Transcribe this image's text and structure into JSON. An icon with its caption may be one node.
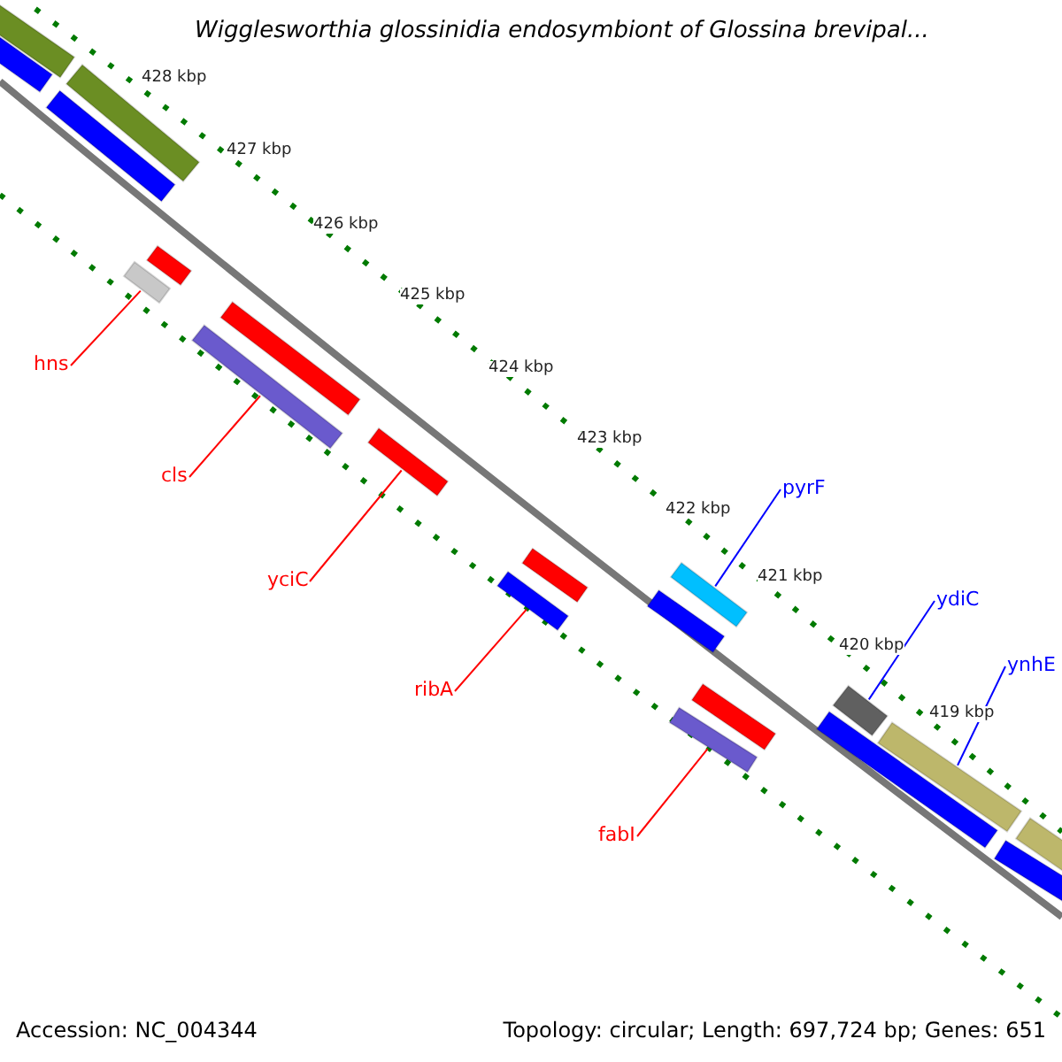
{
  "diagram": {
    "title": "Wigglesworthia glossinidia endosymbiont of Glossina brevipal...",
    "nodes": [
      {
        "text": [
          "hns"
        ]
      },
      {
        "text": [
          "cls"
        ]
      },
      {
        "text": [
          "yciC"
        ]
      },
      {
        "text": [
          "ribA"
        ]
      },
      {
        "text": [
          "fabI"
        ]
      },
      {
        "text": [
          "pyrF"
        ]
      },
      {
        "text": [
          "ydiC"
        ]
      },
      {
        "text": [
          "ynhE"
        ]
      },
      {
        "text": [],
        "shape": "bar"
      },
      {
        "text": [],
        "shape": "bar"
      },
      {
        "text": [],
        "shape": "bar"
      },
      {
        "text": [],
        "shape": "bar"
      },
      {
        "text": [],
        "shape": "bar"
      },
      {
        "text": [],
        "shape": "bar"
      },
      {
        "text": [],
        "shape": "bar"
      },
      {
        "text": [],
        "shape": "bar"
      },
      {
        "text": [],
        "shape": "bar"
      },
      {
        "text": [],
        "shape": "bar"
      },
      {
        "text": [],
        "shape": "bar"
      },
      {
        "text": [],
        "shape": "bar"
      },
      {
        "text": [],
        "shape": "bar"
      },
      {
        "text": [],
        "shape": "bar"
      },
      {
        "text": [],
        "shape": "bar"
      },
      {
        "text": [],
        "shape": "bar"
      },
      {
        "text": [],
        "shape": "bar"
      },
      {
        "text": [],
        "shape": "bar"
      },
      {
        "text": [],
        "shape": "bar"
      },
      {
        "text": [],
        "shape": "bar"
      }
    ],
    "edges": [
      {
        "from": 0,
        "to": 8,
        "arrow": "none"
      },
      {
        "from": 1,
        "to": 9,
        "arrow": "none"
      },
      {
        "from": 2,
        "to": 10,
        "arrow": "none"
      },
      {
        "from": 3,
        "to": 11,
        "arrow": "none"
      },
      {
        "from": 4,
        "to": 12,
        "arrow": "none"
      },
      {
        "from": 5,
        "to": 13,
        "arrow": "none",
        "color": "#0000ff"
      },
      {
        "from": 6,
        "to": 14,
        "arrow": "none",
        "color": "#0000ff"
      },
      {
        "from": 7,
        "to": 15,
        "arrow": "none",
        "color": "#0000ff"
      }
    ],
    "labels": [
      "428 kbp",
      "427 kbp",
      "426 kbp",
      "425 kbp",
      "424 kbp",
      "423 kbp",
      "422 kbp",
      "421 kbp",
      "420 kbp",
      "419 kbp",
      "Accession: NC_004344",
      "Topology: circular; Length: 697,724 bp; Genes: 651"
    ]
  }
}
